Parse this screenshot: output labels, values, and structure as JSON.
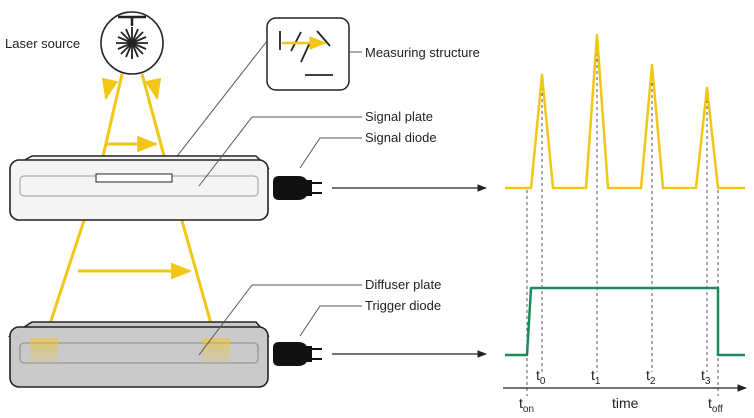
{
  "labels": {
    "laser_source": "Laser source",
    "measuring_structure": "Measuring structure",
    "signal_plate": "Signal plate",
    "signal_diode": "Signal diode",
    "diffuser_plate": "Diffuser plate",
    "trigger_diode": "Trigger diode"
  },
  "axis": {
    "time_label": "time",
    "t_on": {
      "base": "t",
      "sub": "on"
    },
    "t_off": {
      "base": "t",
      "sub": "off"
    },
    "ticks": [
      {
        "base": "t",
        "sub": "0"
      },
      {
        "base": "t",
        "sub": "1"
      },
      {
        "base": "t",
        "sub": "2"
      },
      {
        "base": "t",
        "sub": "3"
      }
    ]
  },
  "colors": {
    "laser_beam": "#f2c614",
    "trigger_signal": "#1d8a5a",
    "outline": "#222222",
    "leader_line": "#555555",
    "plate_fill_signal": "#f4f4f4",
    "plate_fill_diffuser": "#c9c9c9",
    "diode_fill": "#111111"
  },
  "icons": {
    "laser": "laser-starburst-icon",
    "diode": "photodiode-icon",
    "measuring_structure": "measuring-structure-icon"
  }
}
